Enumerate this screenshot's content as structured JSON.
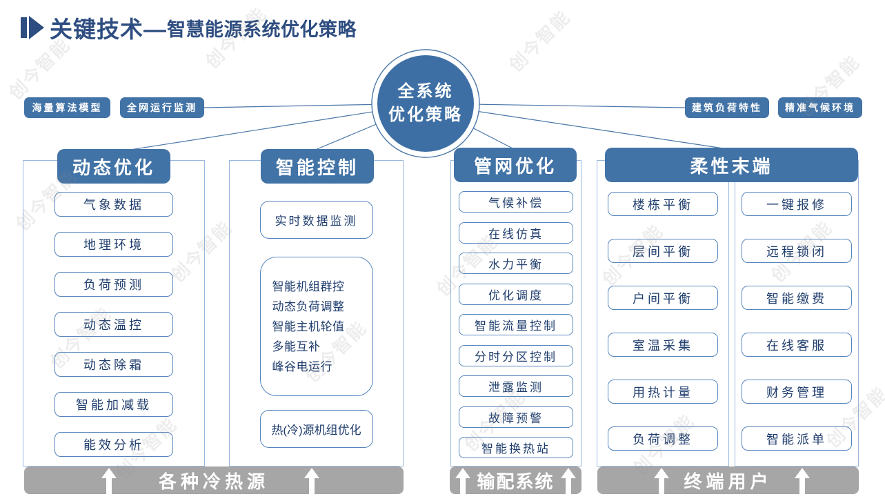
{
  "title": {
    "main": "关键技术—",
    "sub": "智慧能源系统优化策略"
  },
  "badges_left": [
    {
      "label": "海量算法模型"
    },
    {
      "label": "全网运行监测"
    }
  ],
  "badges_right": [
    {
      "label": "建筑负荷特性"
    },
    {
      "label": "精准气候环境"
    }
  ],
  "center_node": {
    "line1": "全系统",
    "line2": "优化策略"
  },
  "col1": {
    "header": "动态优化",
    "items": [
      "气象数据",
      "地理环境",
      "负荷预测",
      "动态温控",
      "动态除霜",
      "智能加减载",
      "能效分析"
    ]
  },
  "col2": {
    "header": "智能控制",
    "top_item": "实时数据监测",
    "group_items": [
      "智能机组群控",
      "动态负荷调整",
      "智能主机轮值",
      "多能互补",
      "峰谷电运行"
    ],
    "bottom_item": "热(冷)源机组优化"
  },
  "col3": {
    "header": "管网优化",
    "items": [
      "气候补偿",
      "在线仿真",
      "水力平衡",
      "优化调度",
      "智能流量控制",
      "分时分区控制",
      "泄露监测",
      "故障预警",
      "智能换热站"
    ]
  },
  "col4": {
    "header": "柔性末端",
    "left_items": [
      "楼栋平衡",
      "层间平衡",
      "户间平衡",
      "室温采集",
      "用热计量",
      "负荷调整"
    ],
    "right_items": [
      "一键报修",
      "远程锁闭",
      "智能缴费",
      "在线客服",
      "财务管理",
      "智能派单"
    ]
  },
  "bottom_bars": {
    "sources": "各种冷热源",
    "distribution": "输配系统",
    "terminal": "终端用户"
  },
  "watermark_text": "创今智能",
  "colors": {
    "primary_blue": "#4273a6",
    "title_navy": "#2e4d80",
    "item_text": "#1f3d6d",
    "item_border": "#5585bd",
    "container_border": "#9ab8dc",
    "bar_gray": "#a6a6a6",
    "line": "#4a76a8",
    "text_white": "#ffffff"
  }
}
